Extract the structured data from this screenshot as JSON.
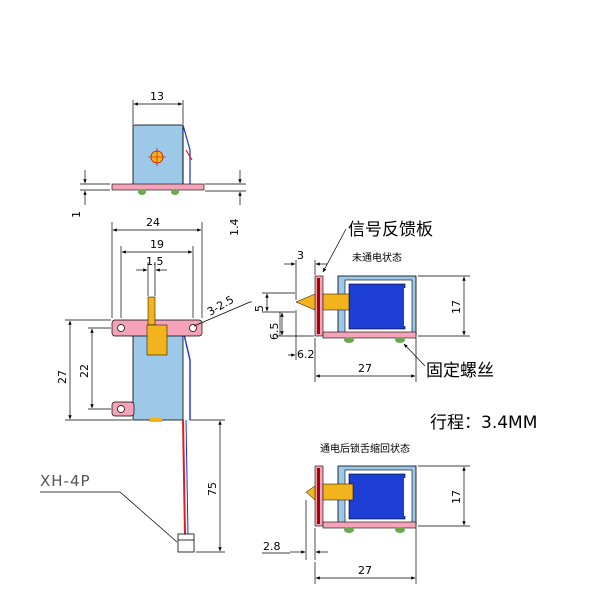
{
  "dimensions": {
    "top_width": "13",
    "plate_thickness": "1",
    "plate_height": "1.4",
    "overall_width": "24",
    "hole_spacing": "19",
    "plunger_width": "1.5",
    "hole_spec": "3-2.5",
    "body_height": "27",
    "hole_vertical": "22",
    "wire_length": "75",
    "side_plunger_len": "3",
    "side_5": "5",
    "side_6_5": "6.5",
    "side_6_2": "6.2",
    "side_body_len": "27",
    "side_height": "17",
    "side2_stroke_offset": "2.8",
    "side2_body_len": "27",
    "side2_height": "17"
  },
  "labels": {
    "feedback_plate": "信号反馈板",
    "unpowered_state": "未通电状态",
    "fixing_screw": "固定螺丝",
    "stroke": "行程：3.4MM",
    "powered_state": "通电后锁舌缩回状态",
    "connector": "XH-4P"
  },
  "colors": {
    "body": "#9cc9e8",
    "plate": "#f4a3b9",
    "coil": "#1d3fd6",
    "plunger": "#f2b31c",
    "screw": "#6aa84f",
    "wire_red": "#e01b1b",
    "wire_blue": "#1b2fe0"
  }
}
